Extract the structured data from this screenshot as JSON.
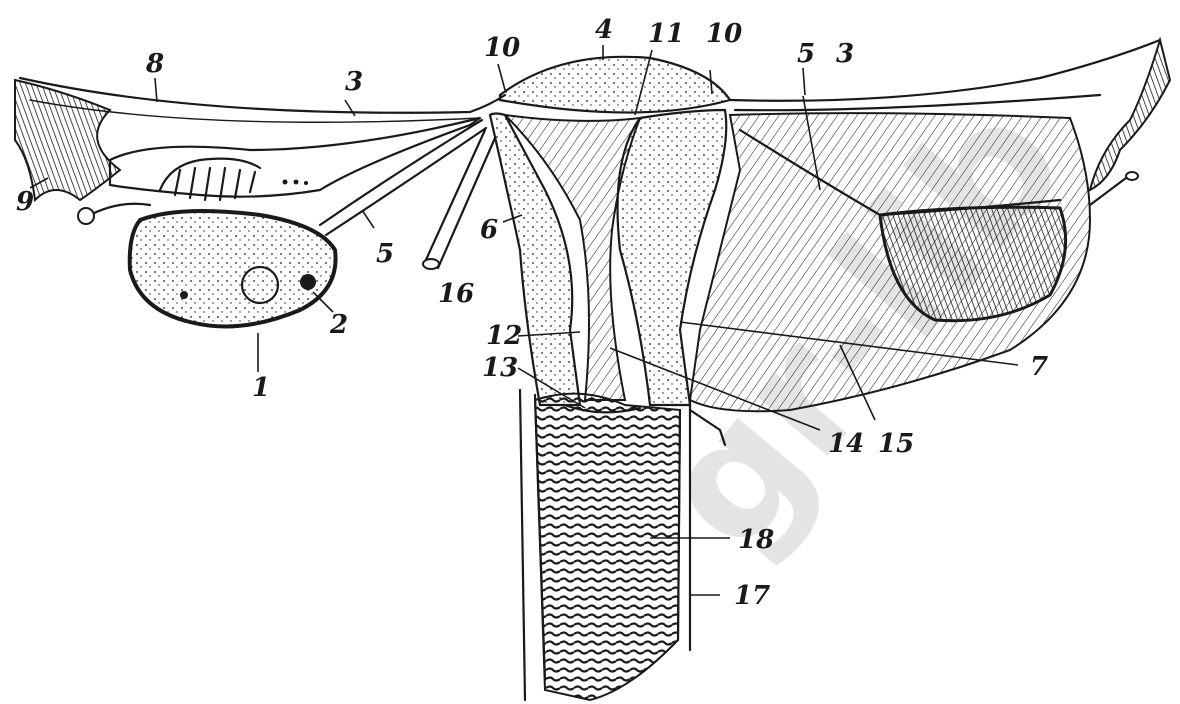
{
  "diagram": {
    "labels": {
      "l1": "1",
      "l2": "2",
      "l3a": "3",
      "l3b": "3",
      "l4": "4",
      "l5a": "5",
      "l5b": "5",
      "l6": "6",
      "l7": "7",
      "l8": "8",
      "l9": "9",
      "l10a": "10",
      "l10b": "10",
      "l11": "11",
      "l12": "12",
      "l13": "13",
      "l14": "14",
      "l15": "15",
      "l16": "16",
      "l17": "17",
      "l18": "18"
    },
    "watermark": "gr-lib"
  },
  "colors": {
    "ink": "#1a1a1a",
    "paper": "#ffffff",
    "watermark": "#cfcfcf"
  }
}
